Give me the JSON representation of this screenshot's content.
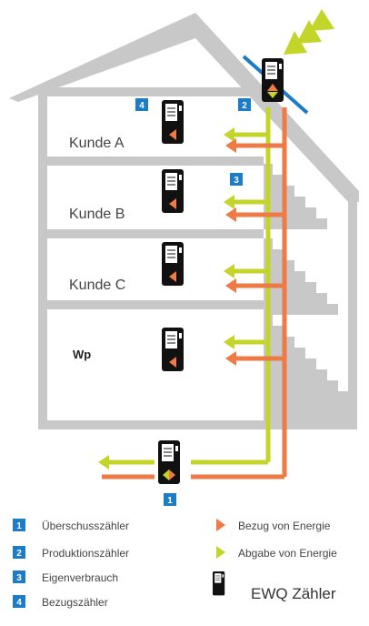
{
  "rooms": {
    "kunde_a": "Kunde A",
    "kunde_b": "Kunde B",
    "kunde_c": "Kunde C",
    "wp": "Wp"
  },
  "badges": {
    "b1": "1",
    "b2": "2",
    "b3": "3",
    "b4": "4"
  },
  "legend": {
    "items": [
      {
        "num": "1",
        "label": "Überschusszähler"
      },
      {
        "num": "2",
        "label": "Produktionszähler"
      },
      {
        "num": "3",
        "label": "Eigenverbrauch"
      },
      {
        "num": "4",
        "label": "Bezugszähler"
      }
    ],
    "bezug": "Bezug von Energie",
    "abgabe": "Abgabe von Energie",
    "meter": "EWQ Zähler"
  },
  "colors": {
    "house": "#c8c8c8",
    "orange": "#ee7a45",
    "green": "#c4d52a",
    "badge": "#1c7cc6",
    "meter": "#111111",
    "blue_line": "#1c7cc6"
  },
  "icons": {
    "meter": "meter-icon",
    "sun_rays": "sun-ray-icon",
    "orange_arrow": "orange-arrow-icon",
    "green_arrow": "green-arrow-icon"
  }
}
